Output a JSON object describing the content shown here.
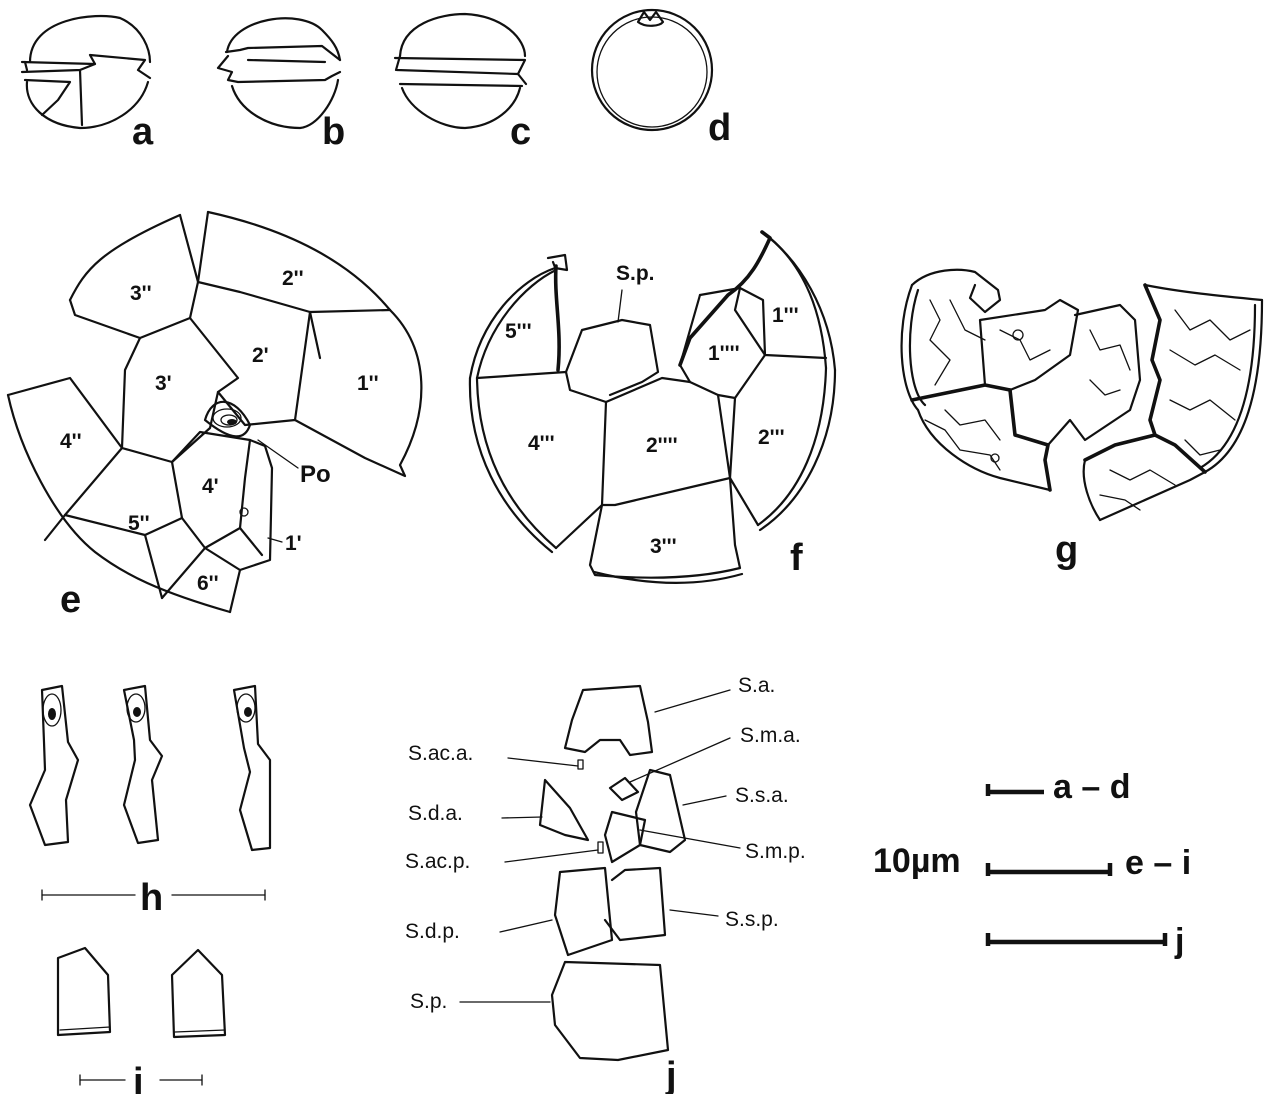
{
  "panels": {
    "a": "a",
    "b": "b",
    "c": "c",
    "d": "d",
    "e": "e",
    "f": "f",
    "g": "g",
    "h": "h",
    "i": "i",
    "j": "j"
  },
  "epitheca_plates": {
    "p1pp": "1''",
    "p2pp": "2''",
    "p3pp": "3''",
    "p4pp": "4''",
    "p5pp": "5''",
    "p6pp": "6''",
    "p1p": "1'",
    "p2p": "2'",
    "p3p": "3'",
    "p4p": "4'",
    "pore": "Po"
  },
  "hypotheca_plates": {
    "p1ppp": "1'''",
    "p2ppp": "2'''",
    "p3ppp": "3'''",
    "p4ppp": "4'''",
    "p5ppp": "5'''",
    "p1pppp": "1''''",
    "p2pppp": "2''''",
    "sp": "S.p."
  },
  "sulcal_plates": {
    "sa": "S.a.",
    "sma": "S.m.a.",
    "saca": "S.ac.a.",
    "ssa": "S.s.a.",
    "sda": "S.d.a.",
    "smp": "S.m.p.",
    "sacp": "S.ac.p.",
    "ssp": "S.s.p.",
    "sdp": "S.d.p.",
    "spost": "S.p."
  },
  "scale": {
    "value": "10µm",
    "bar_ad": "a – d",
    "bar_ei": "e – i",
    "bar_j": "j"
  }
}
